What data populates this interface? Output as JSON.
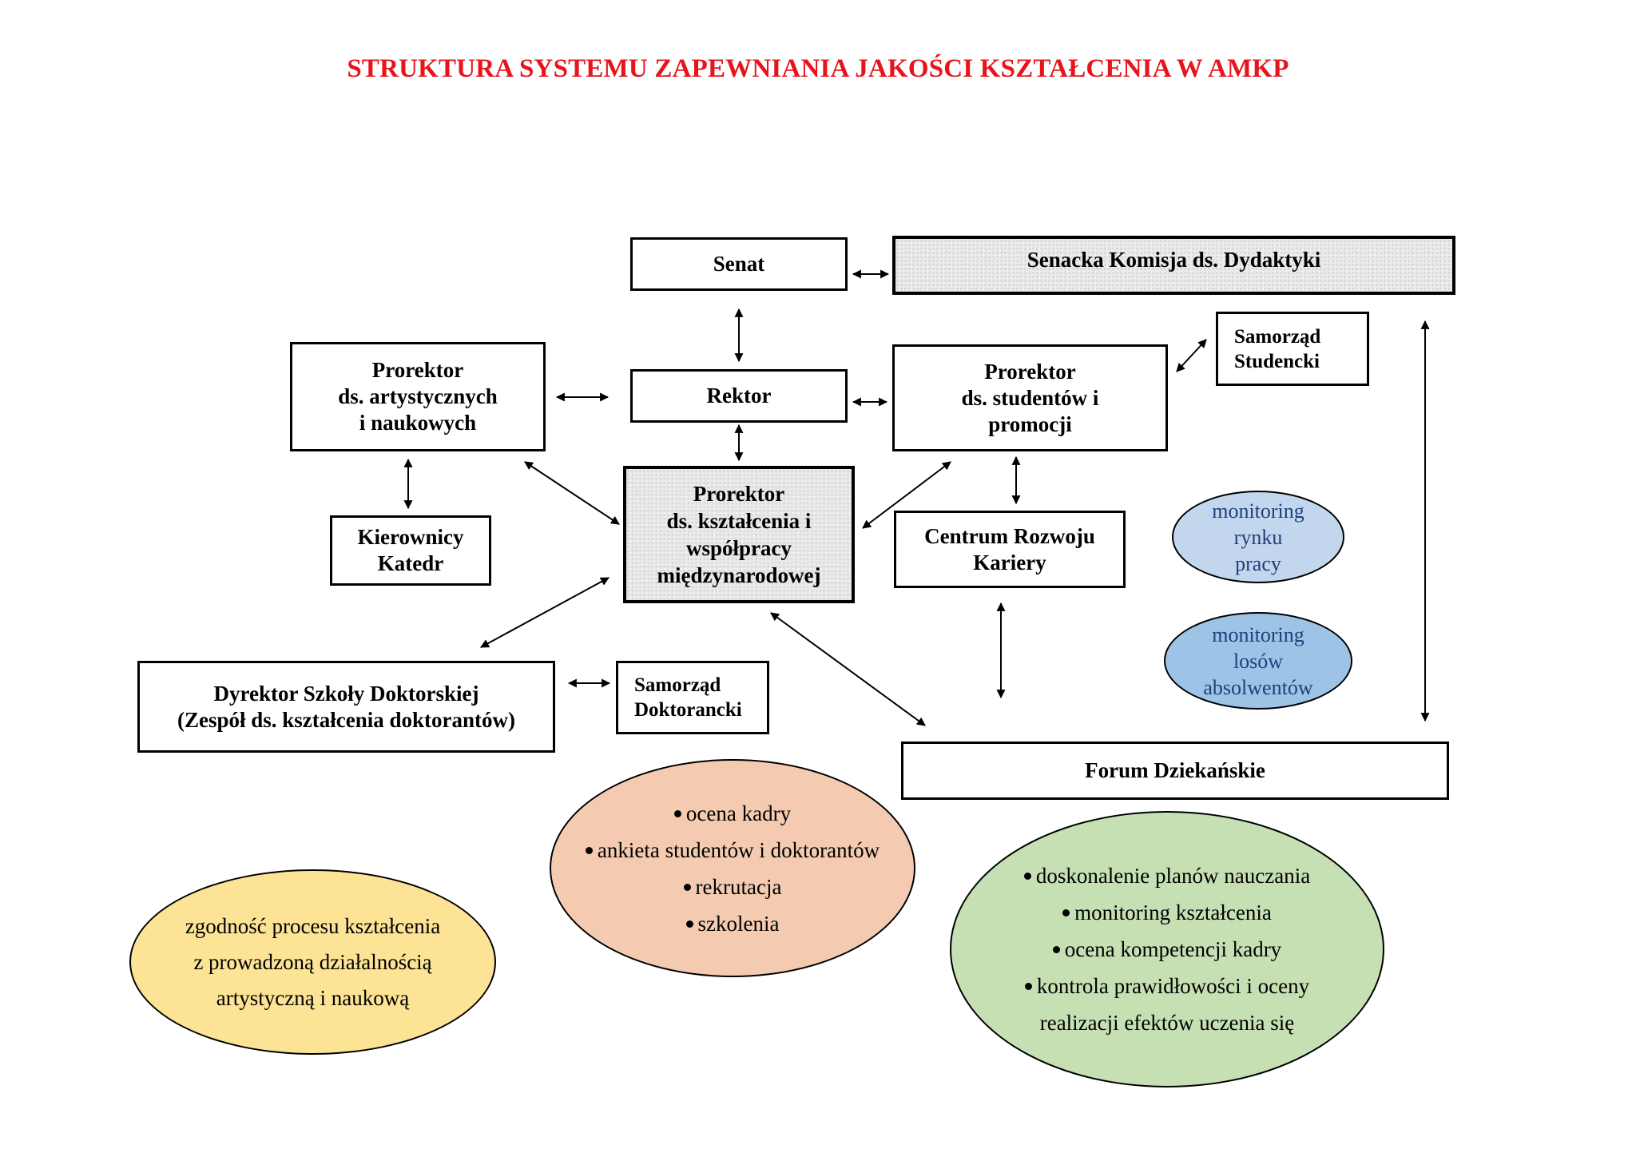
{
  "title": "STRUKTURA SYSTEMU ZAPEWNIANIA JAKOŚCI KSZTAŁCENIA W AMKP",
  "boxes": {
    "senat": "Senat",
    "senacka_komisja": "Senacka Komisja ds. Dydaktyki",
    "rektor": "Rektor",
    "prorektor_artystyczny": [
      "Prorektor",
      "ds. artystycznych",
      "i naukowych"
    ],
    "prorektor_studenci": [
      "Prorektor",
      "ds. studentów i",
      "promocji"
    ],
    "samorzad_studencki": [
      "Samorząd",
      "Studencki"
    ],
    "prorektor_ksztalcenie": [
      "Prorektor",
      "ds. kształcenia i",
      "współpracy",
      "międzynarodowej"
    ],
    "kierownicy_katedr": [
      "Kierownicy",
      "Katedr"
    ],
    "centrum_kariery": [
      "Centrum Rozwoju",
      "Kariery"
    ],
    "dyrektor_szkoly": [
      "Dyrektor Szkoły Doktorskiej",
      "(Zespół ds. kształcenia doktorantów)"
    ],
    "samorzad_doktorancki": [
      "Samorząd",
      "Doktorancki"
    ],
    "forum_dziekanskie": "Forum Dziekańskie"
  },
  "ellipses": {
    "monitoring_rynku": [
      "monitoring",
      "rynku",
      "pracy"
    ],
    "monitoring_losow": [
      "monitoring",
      "losów",
      "absolwentów"
    ],
    "rektor_tasks": [
      "ocena kadry",
      "ankieta studentów i doktorantów",
      "rekrutacja",
      "szkolenia"
    ],
    "zgodnosc": [
      "zgodność procesu kształcenia",
      "z prowadzoną działalnością",
      "artystyczną i naukową"
    ],
    "forum_tasks": [
      "doskonalenie planów nauczania",
      "monitoring kształcenia",
      "ocena kompetencji kadry",
      "kontrola prawidłowości i oceny"
    ],
    "forum_tasks_continuation": "realizacji efektów uczenia się"
  },
  "colors": {
    "title": "#e8141c",
    "ellipse_light_blue": "#c2d6ee",
    "ellipse_blue": "#9dc3e6",
    "ellipse_orange": "#f4cbb0",
    "ellipse_yellow": "#fde395",
    "ellipse_green": "#c6e0b4",
    "shaded_box": "#e9e9e9"
  }
}
